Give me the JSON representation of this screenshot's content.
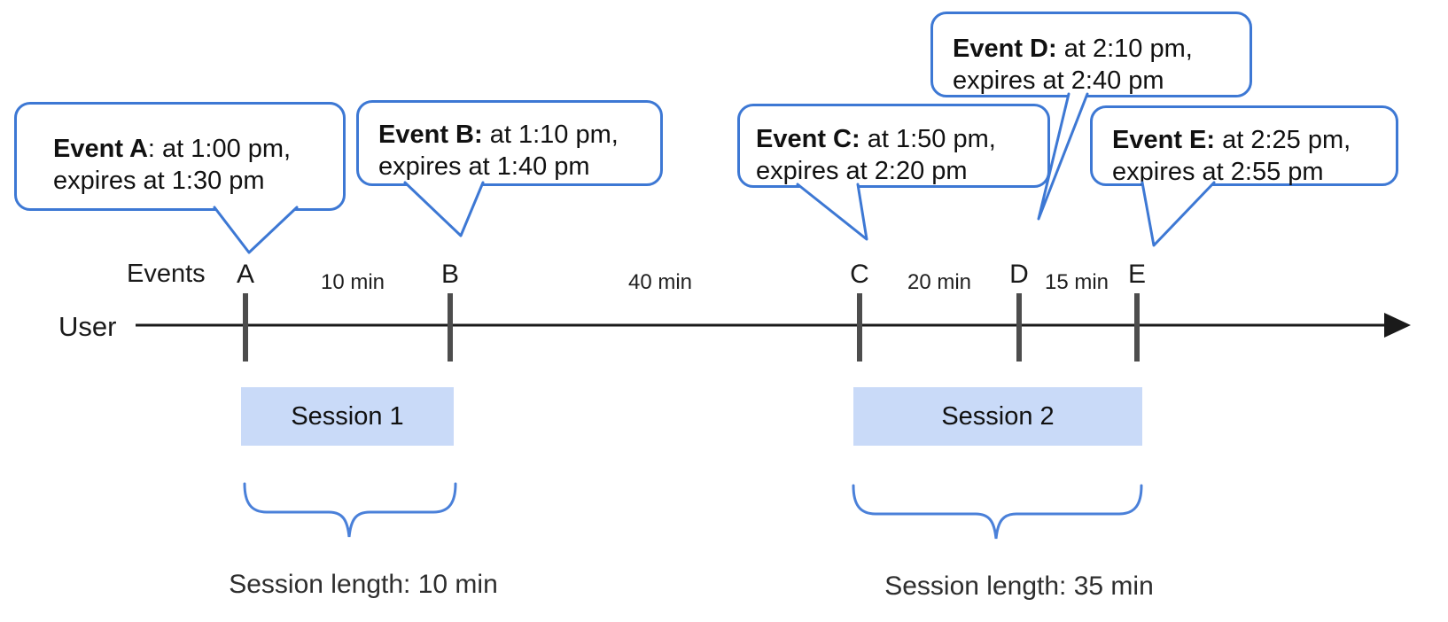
{
  "colors": {
    "accent_blue": "#3d78d4",
    "brace_blue": "#4a80d9",
    "session_fill": "#c9daf8",
    "tick_gray": "#4d4d4d",
    "axis_black": "#1a1a1a"
  },
  "bubbles": [
    {
      "event": "A",
      "bold": "Event A",
      "after_bold": ": at 1:00 pm,",
      "line2": "expires at 1:30 pm"
    },
    {
      "event": "B",
      "bold": "Event B:",
      "after_bold": " at 1:10 pm,",
      "line2": "expires at 1:40 pm"
    },
    {
      "event": "C",
      "bold": "Event C:",
      "after_bold": " at 1:50 pm,",
      "line2": "expires at 2:20 pm"
    },
    {
      "event": "D",
      "bold": "Event D:",
      "after_bold": " at 2:10 pm,",
      "line2": "expires at 2:40 pm"
    },
    {
      "event": "E",
      "bold": "Event E:",
      "after_bold": " at 2:25 pm,",
      "line2": "expires at 2:55 pm"
    }
  ],
  "timeline": {
    "user_label": "User",
    "events_label": "Events",
    "event_marks": [
      "A",
      "B",
      "C",
      "D",
      "E"
    ],
    "intervals": [
      "10 min",
      "40 min",
      "20 min",
      "15 min"
    ]
  },
  "sessions": [
    {
      "label": "Session 1",
      "length_label": "Session length: 10 min"
    },
    {
      "label": "Session 2",
      "length_label": "Session length: 35 min"
    }
  ]
}
